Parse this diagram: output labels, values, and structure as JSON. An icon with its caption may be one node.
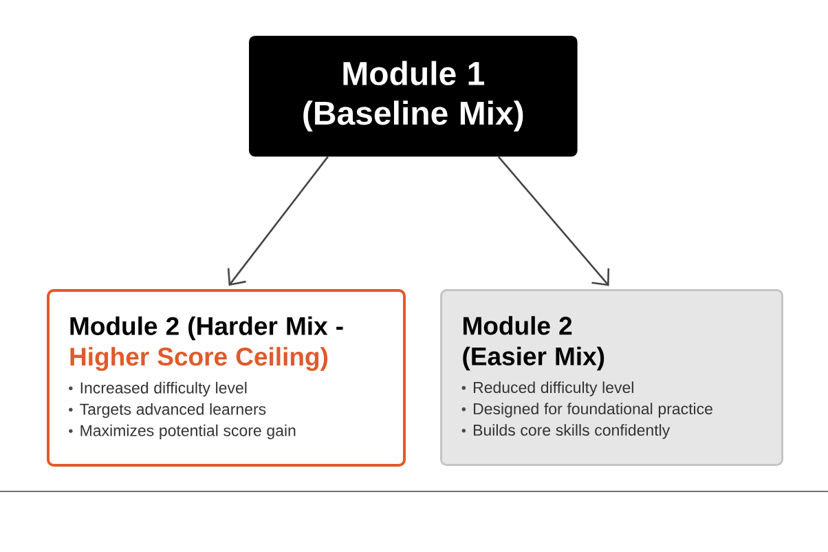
{
  "diagram": {
    "nodes": [
      {
        "text": [
          "Module 1 (Baseline Mix)"
        ]
      },
      {
        "text": [
          "Module 2 (Harder Mix -",
          "Higher Score Ceiling)",
          "Increased difficulty level",
          "Targets advanced learners",
          "Maximizes potential score gain"
        ]
      },
      {
        "text": [
          "Module 2 (Easier Mix)",
          "Reduced difficulty level",
          "Designed for foundational practice",
          "Builds core skills confidently"
        ]
      }
    ],
    "edges": [
      {
        "from": 0,
        "to": 1,
        "arrow": "to"
      },
      {
        "from": 0,
        "to": 2,
        "arrow": "to"
      }
    ]
  }
}
